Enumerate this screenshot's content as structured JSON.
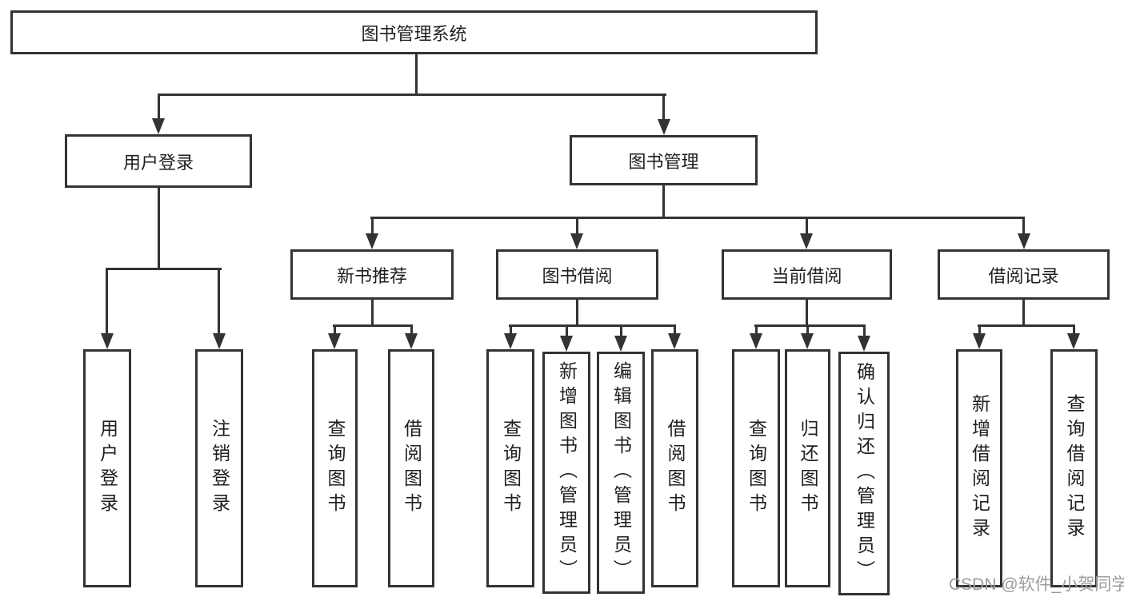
{
  "tree": {
    "root": {
      "label": "图书管理系统"
    },
    "branches": [
      {
        "label": "用户登录",
        "children": [
          {
            "label": "用户登录"
          },
          {
            "label": "注销登录"
          }
        ]
      },
      {
        "label": "图书管理",
        "children": [
          {
            "label": "新书推荐",
            "children": [
              {
                "label": "查询图书"
              },
              {
                "label": "借阅图书"
              }
            ]
          },
          {
            "label": "图书借阅",
            "children": [
              {
                "label": "查询图书"
              },
              {
                "label": "新增图书（管理员）"
              },
              {
                "label": "编辑图书（管理员）"
              },
              {
                "label": "借阅图书"
              }
            ]
          },
          {
            "label": "当前借阅",
            "children": [
              {
                "label": "查询图书"
              },
              {
                "label": "归还图书"
              },
              {
                "label": "确认归还（管理员）"
              }
            ]
          },
          {
            "label": "借阅记录",
            "children": [
              {
                "label": "新增借阅记录"
              },
              {
                "label": "查询借阅记录"
              }
            ]
          }
        ]
      }
    ]
  },
  "watermark": {
    "text": "CSDN @软件_小贺同学"
  },
  "colors": {
    "line": "#333333",
    "text": "#1f1f1f",
    "watermark": "#9c9c9c",
    "background": "#ffffff"
  }
}
